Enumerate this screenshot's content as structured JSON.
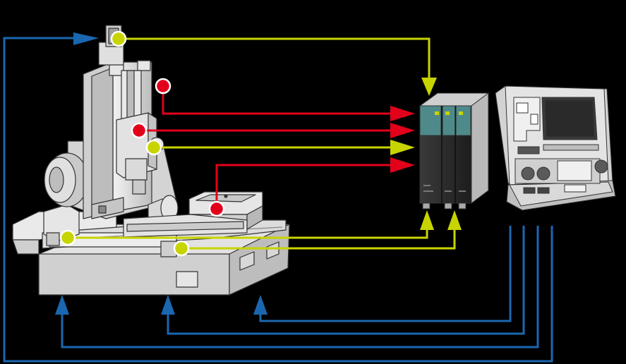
{
  "colors": {
    "background": "#000000",
    "feedback_line": "#c8d400",
    "signal_line": "#e3001b",
    "control_line": "#1a67b0",
    "machine_body": "#d9d9d9",
    "drive_led": "#c8d400"
  },
  "diagram": {
    "components": [
      {
        "id": "machine-tool",
        "icon": "cnc-milling-machine"
      },
      {
        "id": "drive-system",
        "icon": "drive-cabinet"
      },
      {
        "id": "cnc-controller",
        "icon": "cnc-control-panel"
      }
    ],
    "connections": [
      {
        "from": "spindle-encoder",
        "to": "drive-system",
        "kind": "feedback"
      },
      {
        "from": "sensor-head",
        "to": "drive-system",
        "kind": "signal"
      },
      {
        "from": "z-axis-sensor",
        "to": "drive-system",
        "kind": "signal"
      },
      {
        "from": "z-axis-motor",
        "to": "drive-system",
        "kind": "feedback"
      },
      {
        "from": "table-sensor",
        "to": "drive-system",
        "kind": "signal"
      },
      {
        "from": "x-axis-motor",
        "to": "drive-system",
        "kind": "feedback"
      },
      {
        "from": "y-axis-motor",
        "to": "drive-system",
        "kind": "feedback"
      },
      {
        "from": "cnc-controller",
        "to": "machine-tool",
        "kind": "control"
      }
    ]
  }
}
